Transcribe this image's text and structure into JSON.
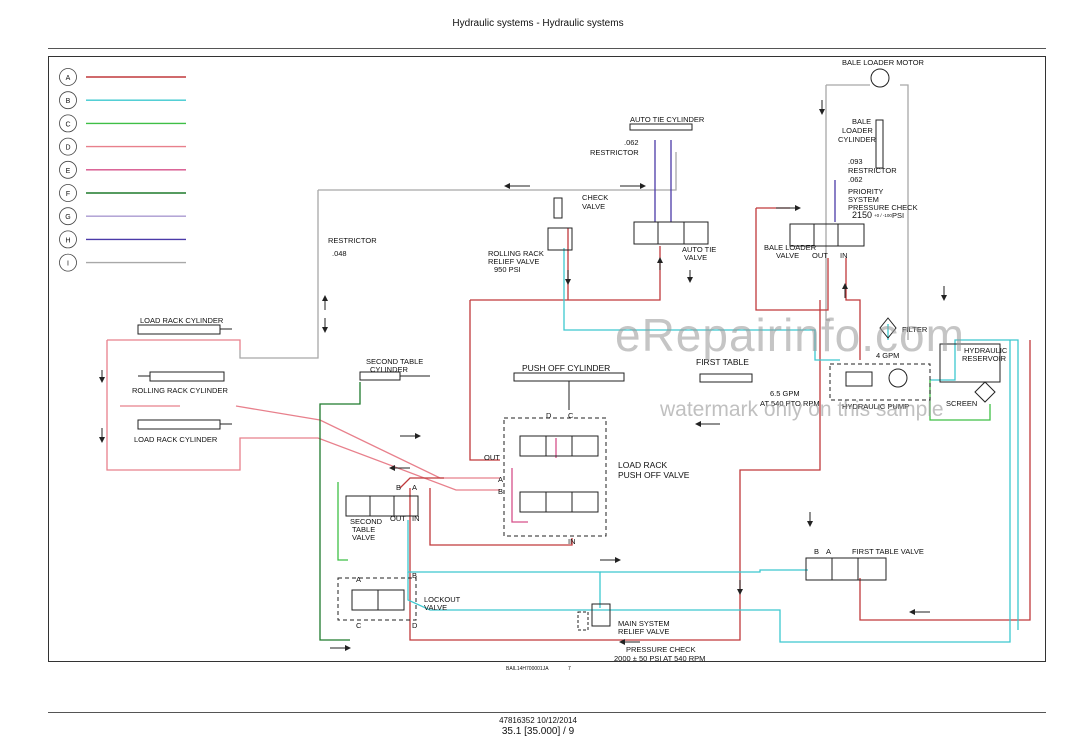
{
  "header": {
    "title": "Hydraulic systems - Hydraulic systems"
  },
  "footer": {
    "doc_ref": "47816352 10/12/2014",
    "page": "35.1 [35.000] / 9"
  },
  "figure_ref": "BAIL14H700001JA",
  "figure_number": "7",
  "legend": [
    {
      "key": "A",
      "color": "#c0393b"
    },
    {
      "key": "B",
      "color": "#3cc8cf"
    },
    {
      "key": "C",
      "color": "#3fbf46"
    },
    {
      "key": "D",
      "color": "#e8808c"
    },
    {
      "key": "E",
      "color": "#d6508a"
    },
    {
      "key": "F",
      "color": "#1e7a2c"
    },
    {
      "key": "G",
      "color": "#a99ad0"
    },
    {
      "key": "H",
      "color": "#4b3aa8"
    },
    {
      "key": "I",
      "color": "#a8a8a8"
    }
  ],
  "labels": {
    "load_rack_cyl_top": "LOAD RACK CYLINDER",
    "rolling_rack_cyl": "ROLLING RACK CYLINDER",
    "load_rack_cyl_bottom": "LOAD RACK CYLINDER",
    "restrictor_left": "RESTRICTOR",
    "restrictor_left_size": ".048",
    "second_table_cyl_1": "SECOND TABLE",
    "second_table_cyl_2": "CYLINDER",
    "auto_tie_cyl": "AUTO TIE CYLINDER",
    "restrictor_mid_size": ".062",
    "restrictor_mid": "RESTRICTOR",
    "check_valve_1": "CHECK",
    "check_valve_2": "VALVE",
    "rolling_relief_1": "ROLLING RACK",
    "rolling_relief_2": "RELIEF VALVE",
    "rolling_relief_3": "950 PSI",
    "auto_tie_valve_1": "AUTO TIE",
    "auto_tie_valve_2": "VALVE",
    "push_off_cyl": "PUSH OFF CYLINDER",
    "first_table": "FIRST TABLE",
    "load_rack_valve_1": "LOAD RACK",
    "load_rack_valve_2": "PUSH OFF VALVE",
    "out": "OUT",
    "in": "IN",
    "second_table_valve_1": "SECOND",
    "second_table_valve_2": "TABLE",
    "second_table_valve_3": "VALVE",
    "lockout_1": "LOCKOUT",
    "lockout_2": "VALVE",
    "main_relief_1": "MAIN SYSTEM",
    "main_relief_2": "RELIEF VALVE",
    "pressure_check_1": "PRESSURE CHECK",
    "pressure_check_2": "2000 ± 50 PSI AT 540 RPM",
    "bale_loader_motor": "BALE LOADER MOTOR",
    "bale_loader_cyl_1": "BALE",
    "bale_loader_cyl_2": "LOADER",
    "bale_loader_cyl_3": "CYLINDER",
    "restrictor_right_size1": ".093",
    "restrictor_right": "RESTRICTOR",
    "restrictor_right_size2": ".062",
    "priority_1": "PRIORITY",
    "priority_2": "SYSTEM",
    "priority_3": "PRESSURE CHECK",
    "priority_4": "2150",
    "priority_tol": "+0 / -100",
    "priority_unit": "PSI",
    "bale_loader_valve_1": "BALE LOADER",
    "bale_loader_valve_2": "VALVE",
    "filter": "FILTER",
    "hydraulic_reservoir_1": "HYDRAULIC",
    "hydraulic_reservoir_2": "RESERVOIR",
    "flow_4gpm": "4 GPM",
    "flow_65gpm_1": "6.5 GPM",
    "flow_65gpm_2": "AT 540 PTO RPM",
    "hydraulic_pump": "HYDRAULIC PUMP",
    "screen": "SCREEN",
    "first_table_valve": "FIRST TABLE VALVE",
    "port_a": "A",
    "port_b": "B",
    "port_c": "C",
    "port_d": "D"
  },
  "watermark": {
    "line1": "eRepairinfo.com",
    "line2": "watermark only on this sample"
  }
}
